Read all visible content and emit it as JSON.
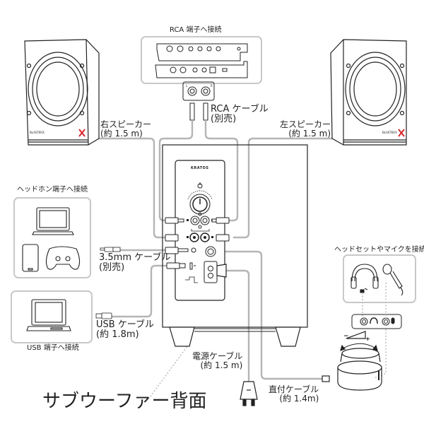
{
  "title": "サブウーファー背面",
  "labels": {
    "rca_connect": "RCA 端子へ接続",
    "rca_cable": {
      "line1": "RCA ケーブル",
      "line2": "(別売)"
    },
    "right_speaker": {
      "line1": "右スピーカー",
      "line2": "(約 1.5 m)"
    },
    "left_speaker": {
      "line1": "左スピーカー",
      "line2": "(約 1.5 m)"
    },
    "headphone_connect": "ヘッドホン端子へ接続",
    "cable_35mm": {
      "line1": "3.5mm ケーブル",
      "line2": "(別売)"
    },
    "usb_connect": "USB 端子へ接続",
    "usb_cable": {
      "line1": "USB ケーブル",
      "line2": "(約 1.8m)"
    },
    "power_cable": {
      "line1": "電源ケーブル",
      "line2": "(約 1.5 m)"
    },
    "direct_cable": {
      "line1": "直付ケーブル",
      "line2": "(約 1.4m)"
    },
    "headset_mic_connect": "ヘッドセットやマイクを接続"
  },
  "panel": {
    "brand": "KRATOS",
    "speaker_brand": "BLASTERX"
  },
  "volume_knob": {
    "minus": "−",
    "plus": "+"
  },
  "colors": {
    "line": "#222222",
    "cable": "#b5b5b5",
    "box_border": "#c8c8c8",
    "accent_red": "#d9262b",
    "dotted": "#bbbbbb"
  }
}
